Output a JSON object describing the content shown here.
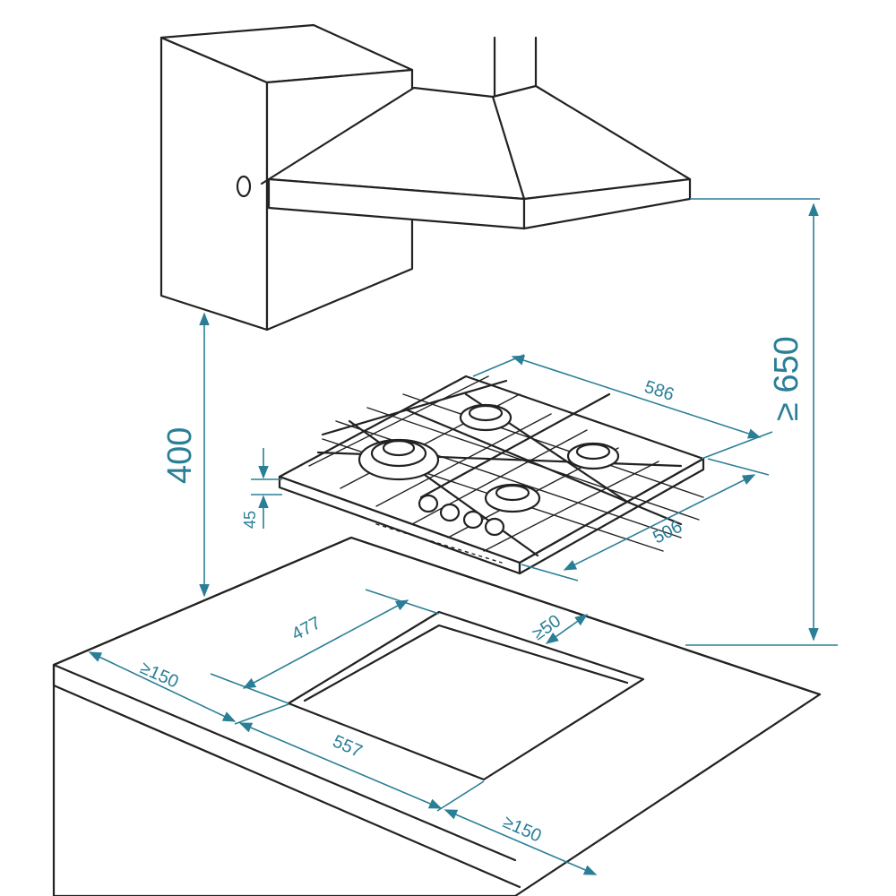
{
  "colors": {
    "line": "#222222",
    "dimension": "#2a7f96",
    "background": "#ffffff"
  },
  "dimensions": {
    "hood_to_hob": "≥ 650",
    "cabinet_to_worktop": "400",
    "hob_width": "586",
    "hob_depth": "506",
    "hob_height": "45",
    "cutout_depth": "477",
    "cutout_width": "557",
    "min_side_left": "≥150",
    "min_side_right": "≥150",
    "min_back": "≥50"
  }
}
